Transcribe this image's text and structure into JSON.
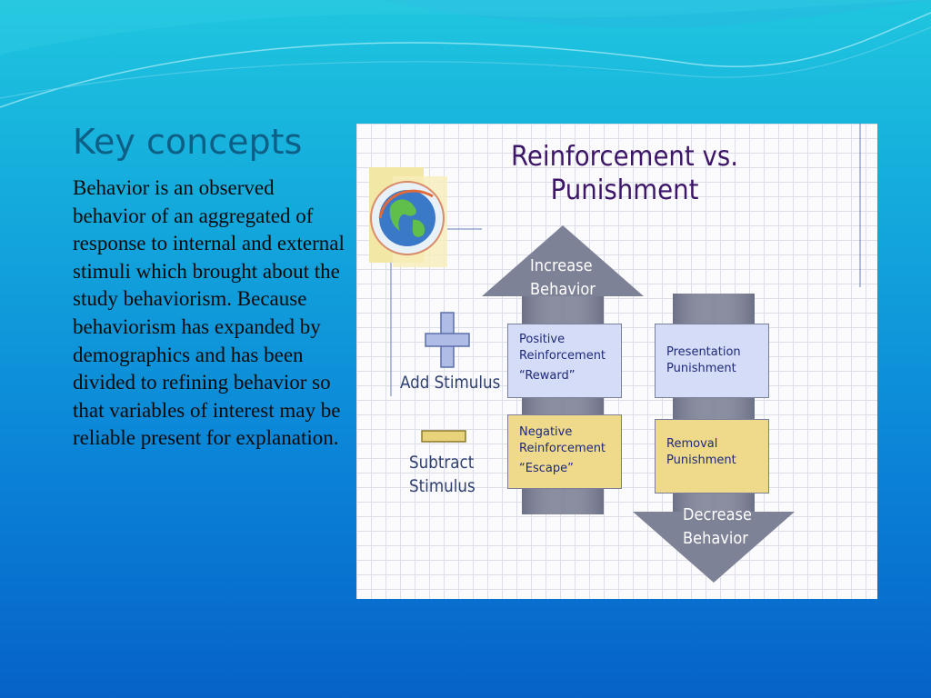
{
  "slide": {
    "title": "Key concepts",
    "body": " Behavior is an observed behavior of an aggregated of response to internal and external stimuli which brought about the study behaviorism.  Because behaviorism has expanded by demographics and has been divided to refining behavior so that variables of interest may be reliable present for explanation."
  },
  "figure": {
    "title": "Reinforcement vs.\nPunishment",
    "increase_label": "Increase\nBehavior",
    "decrease_label": "Decrease\nBehavior",
    "add_stimulus": "Add Stimulus",
    "subtract_stimulus": "Subtract\nStimulus",
    "positive": {
      "line1": "Positive",
      "line2": "Reinforcement",
      "quote": "“Reward”"
    },
    "negative": {
      "line1": "Negative",
      "line2": "Reinforcement",
      "quote": "“Escape”"
    },
    "presentation": {
      "line1": "Presentation",
      "line2": "Punishment"
    },
    "removal": {
      "line1": "Removal",
      "line2": "Punishment"
    },
    "colors": {
      "arrow": "#7e8297",
      "blue_box": "#d5dcf7",
      "yellow_box": "#efd98a",
      "title": "#3d1668",
      "plus": "#aebce6",
      "minus": "#e8d27a"
    }
  }
}
